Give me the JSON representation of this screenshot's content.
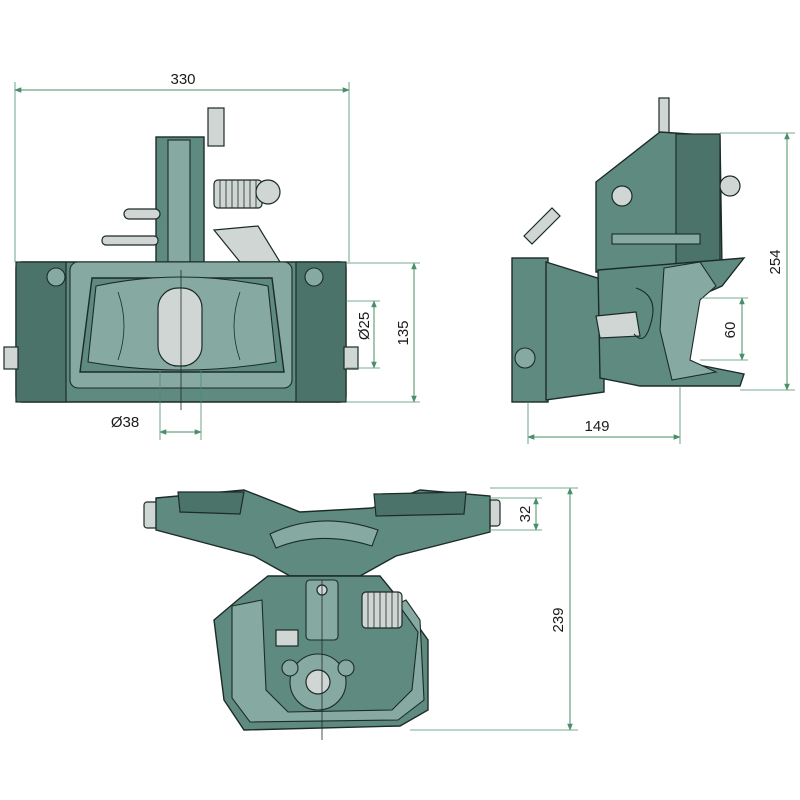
{
  "dimensions": {
    "front_width": "330",
    "front_height": "135",
    "front_pin_diameter": "Ø25",
    "front_bore_diameter": "Ø38",
    "side_height": "254",
    "side_jaw_opening": "60",
    "side_depth": "149",
    "bottom_height": "239",
    "bottom_offset": "32"
  },
  "colors": {
    "body": "#5f8a80",
    "dimension_line": "#4a8f6a"
  }
}
